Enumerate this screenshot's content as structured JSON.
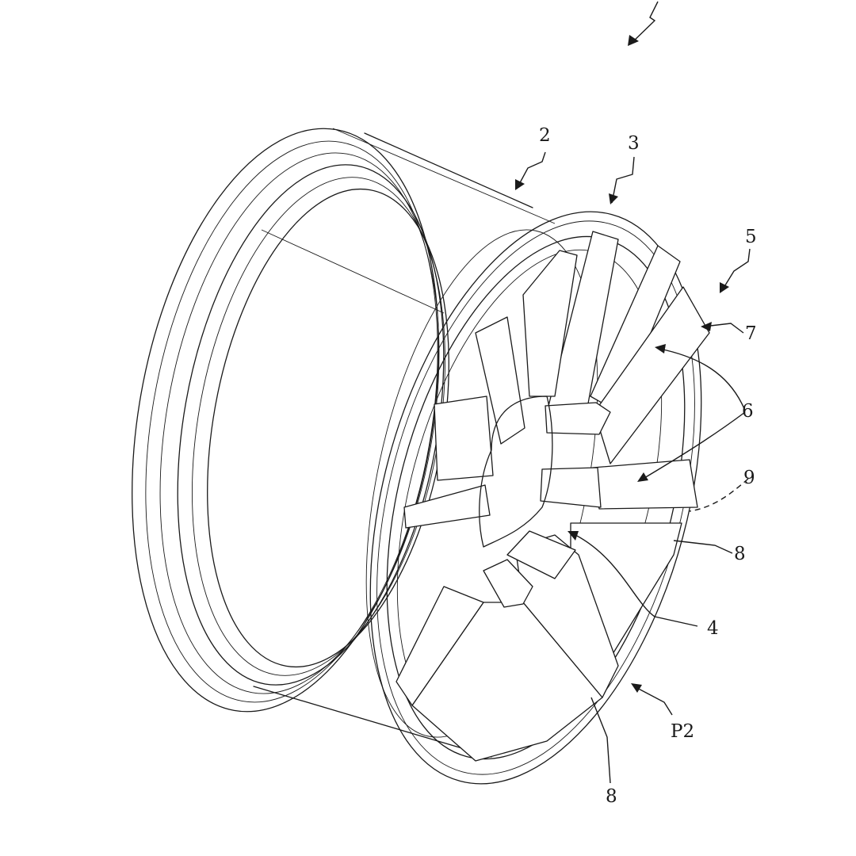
{
  "labels": {
    "l2": "2",
    "l3": "3",
    "l5": "5",
    "l6": "6",
    "l7": "7",
    "l9": "9",
    "l8a": "8",
    "l4": "4",
    "lp2": "P2",
    "l8b": "8"
  }
}
